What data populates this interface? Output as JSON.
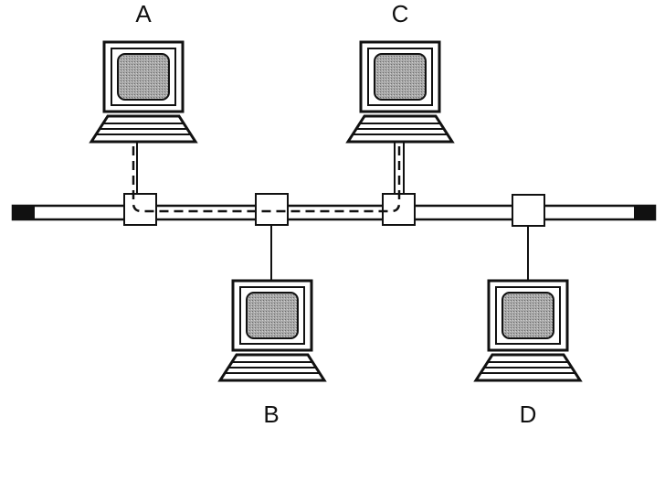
{
  "nodes": [
    {
      "id": "A",
      "label": "A"
    },
    {
      "id": "B",
      "label": "B"
    },
    {
      "id": "C",
      "label": "C"
    },
    {
      "id": "D",
      "label": "D"
    }
  ],
  "connection": {
    "from": "A",
    "to": "C",
    "via": "bus"
  },
  "colors": {
    "line": "#111111",
    "screen": "#9a9a9a",
    "bus_fill": "#ffffff",
    "terminator": "#111111"
  },
  "icons": [
    "computer-icon",
    "bus-tap-icon",
    "bus-terminator-icon"
  ]
}
